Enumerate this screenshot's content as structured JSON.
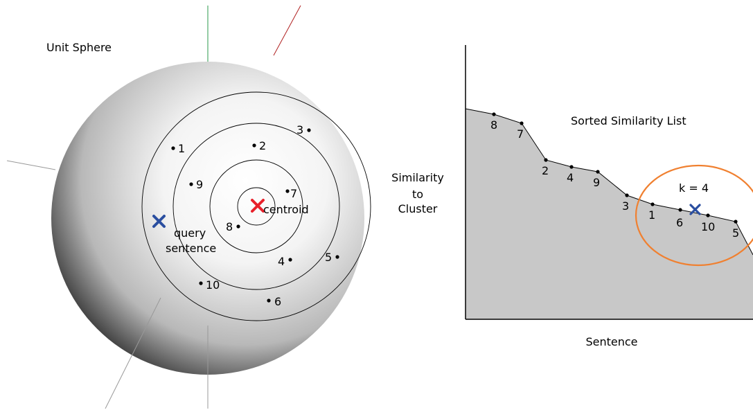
{
  "sphere": {
    "title": "Unit Sphere",
    "centroid_label": "centroid",
    "query_label_line1": "query",
    "query_label_line2": "sentence",
    "points": [
      {
        "id": "1",
        "label": "1"
      },
      {
        "id": "2",
        "label": "2"
      },
      {
        "id": "3",
        "label": "3"
      },
      {
        "id": "4",
        "label": "4"
      },
      {
        "id": "5",
        "label": "5"
      },
      {
        "id": "6",
        "label": "6"
      },
      {
        "id": "7",
        "label": "7"
      },
      {
        "id": "8",
        "label": "8"
      },
      {
        "id": "9",
        "label": "9"
      },
      {
        "id": "10",
        "label": "10"
      }
    ],
    "colors": {
      "centroid": "#e8202a",
      "query": "#2a4ea0"
    }
  },
  "plot": {
    "title": "Sorted Similarity List",
    "ylabel_line1": "Similarity",
    "ylabel_line2": "to",
    "ylabel_line3": "Cluster",
    "xlabel": "Sentence",
    "k_label": "k = 4",
    "sorted_order": [
      "8",
      "7",
      "2",
      "4",
      "9",
      "3",
      "1",
      "6",
      "10",
      "5"
    ],
    "colors": {
      "fill": "#c8c8c8",
      "ellipse": "#f08030",
      "query": "#2a4ea0"
    }
  }
}
